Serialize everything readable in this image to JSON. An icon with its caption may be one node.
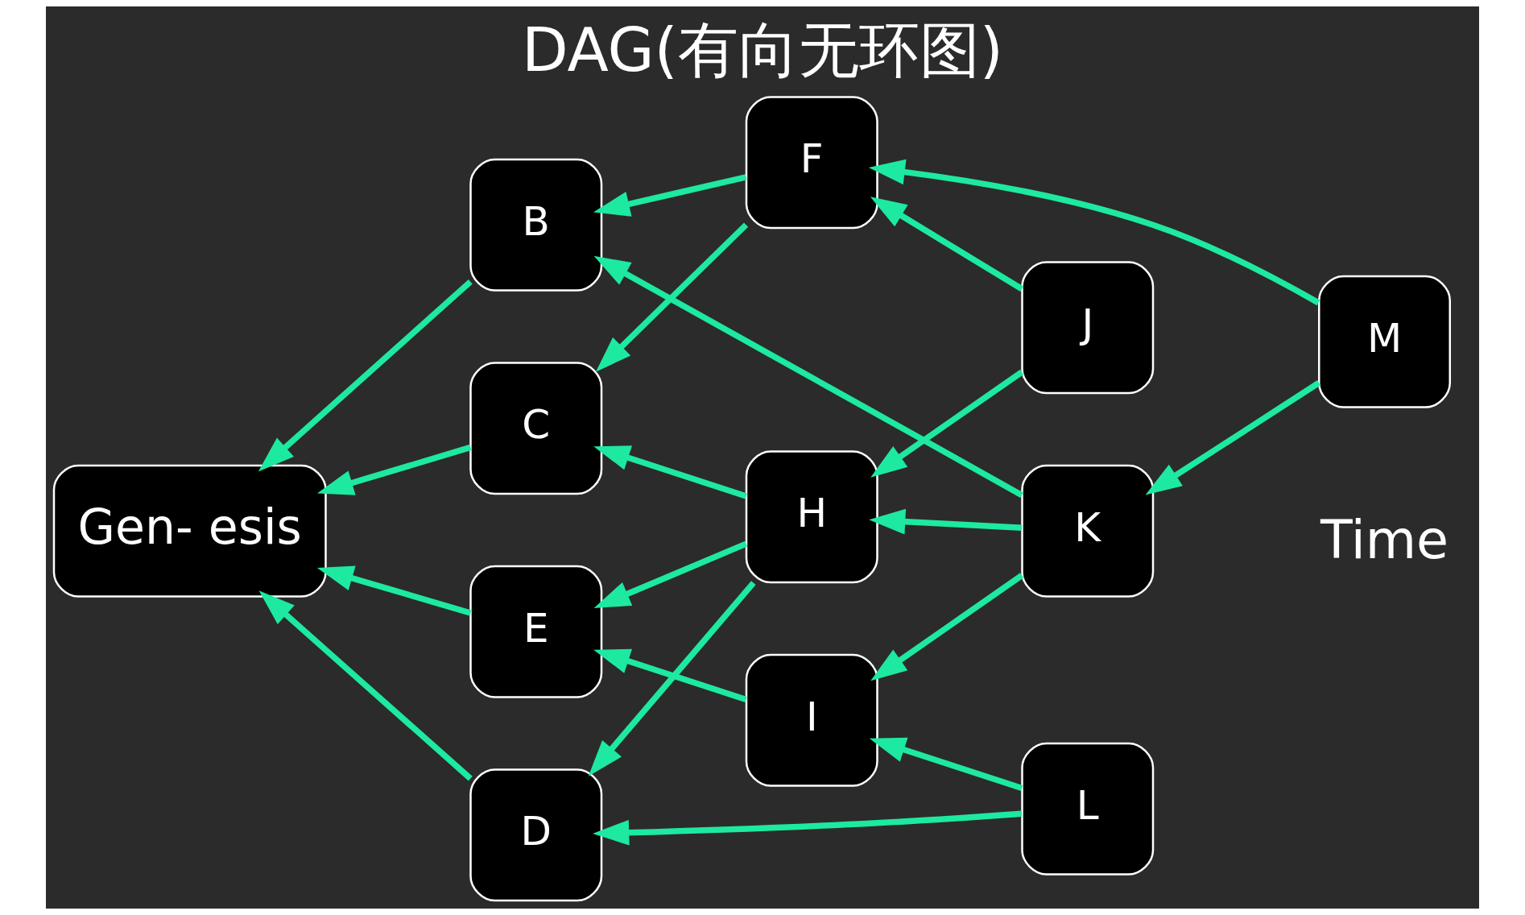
{
  "diagram": {
    "title": "DAG(有向无环图)",
    "nodes": [
      {
        "text": [
          "Gen- esis"
        ]
      },
      {
        "text": [
          "B"
        ]
      },
      {
        "text": [
          "C"
        ]
      },
      {
        "text": [
          "D"
        ]
      },
      {
        "text": [
          "E"
        ]
      },
      {
        "text": [
          "F"
        ]
      },
      {
        "text": [
          "H"
        ]
      },
      {
        "text": [
          "I"
        ]
      },
      {
        "text": [
          "J"
        ]
      },
      {
        "text": [
          "K"
        ]
      },
      {
        "text": [
          "L"
        ]
      },
      {
        "text": [
          "M"
        ]
      }
    ],
    "edges": [
      {
        "from": 1,
        "to": 0,
        "arrow": "to"
      },
      {
        "from": 2,
        "to": 0,
        "arrow": "to"
      },
      {
        "from": 3,
        "to": 0,
        "arrow": "to"
      },
      {
        "from": 4,
        "to": 0,
        "arrow": "to"
      },
      {
        "from": 5,
        "to": 1,
        "arrow": "to"
      },
      {
        "from": 5,
        "to": 2,
        "arrow": "to"
      },
      {
        "from": 6,
        "to": 2,
        "arrow": "to"
      },
      {
        "from": 6,
        "to": 3,
        "arrow": "to"
      },
      {
        "from": 6,
        "to": 4,
        "arrow": "to"
      },
      {
        "from": 8,
        "to": 5,
        "arrow": "to"
      },
      {
        "from": 8,
        "to": 6,
        "arrow": "to"
      },
      {
        "from": 11,
        "to": 5,
        "arrow": "to"
      },
      {
        "from": 11,
        "to": 9,
        "arrow": "to"
      },
      {
        "from": 9,
        "to": 1,
        "arrow": "to"
      },
      {
        "from": 9,
        "to": 6,
        "arrow": "to"
      },
      {
        "from": 9,
        "to": 7,
        "arrow": "to"
      },
      {
        "from": 10,
        "to": 3,
        "arrow": "to"
      },
      {
        "from": 10,
        "to": 7,
        "arrow": "to"
      },
      {
        "from": 7,
        "to": 4,
        "arrow": "to"
      }
    ],
    "labels": [
      "Time"
    ]
  }
}
